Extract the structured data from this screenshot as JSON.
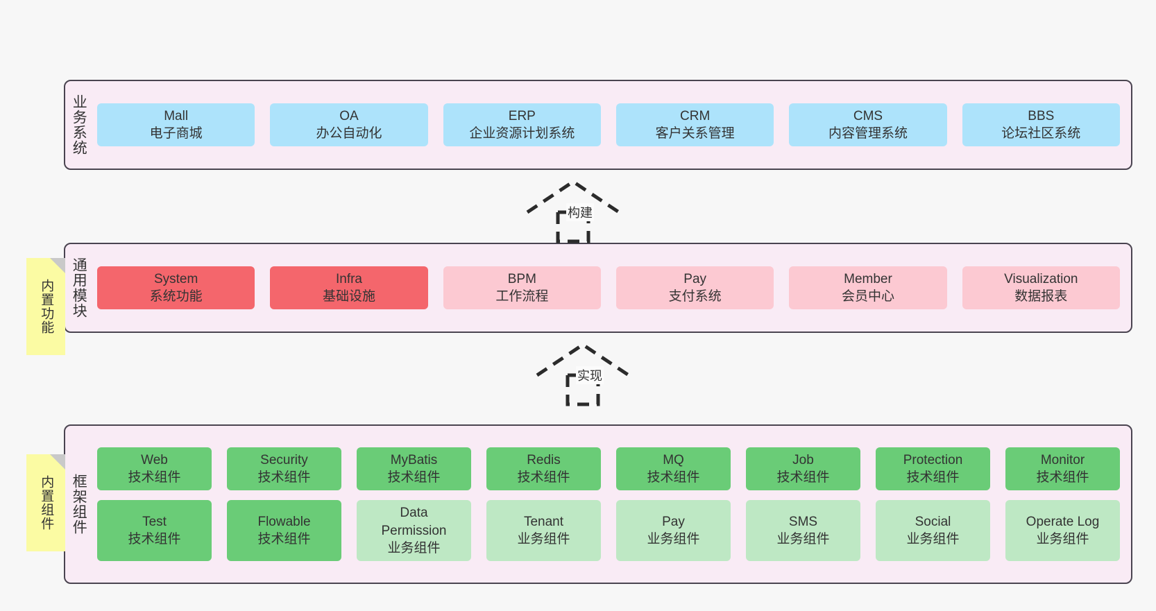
{
  "layers": [
    {
      "id": "business-systems",
      "title": "业务系统",
      "rows": [
        [
          {
            "name": "Mall",
            "desc": "电子商城",
            "color": "blue"
          },
          {
            "name": "OA",
            "desc": "办公自动化",
            "color": "blue"
          },
          {
            "name": "ERP",
            "desc": "企业资源计划系统",
            "color": "blue"
          },
          {
            "name": "CRM",
            "desc": "客户关系管理",
            "color": "blue"
          },
          {
            "name": "CMS",
            "desc": "内容管理系统",
            "color": "blue"
          },
          {
            "name": "BBS",
            "desc": "论坛社区系统",
            "color": "blue"
          }
        ]
      ]
    },
    {
      "id": "common-modules",
      "title": "通用模块",
      "rows": [
        [
          {
            "name": "System",
            "desc": "系统功能",
            "color": "red"
          },
          {
            "name": "Infra",
            "desc": "基础设施",
            "color": "red"
          },
          {
            "name": "BPM",
            "desc": "工作流程",
            "color": "pink"
          },
          {
            "name": "Pay",
            "desc": "支付系统",
            "color": "pink"
          },
          {
            "name": "Member",
            "desc": "会员中心",
            "color": "pink"
          },
          {
            "name": "Visualization",
            "desc": "数据报表",
            "color": "pink"
          }
        ]
      ]
    },
    {
      "id": "framework-components",
      "title": "框架组件",
      "rows": [
        [
          {
            "name": "Web",
            "desc": "技术组件",
            "color": "green"
          },
          {
            "name": "Security",
            "desc": "技术组件",
            "color": "green"
          },
          {
            "name": "MyBatis",
            "desc": "技术组件",
            "color": "green"
          },
          {
            "name": "Redis",
            "desc": "技术组件",
            "color": "green"
          },
          {
            "name": "MQ",
            "desc": "技术组件",
            "color": "green"
          },
          {
            "name": "Job",
            "desc": "技术组件",
            "color": "green"
          },
          {
            "name": "Protection",
            "desc": "技术组件",
            "color": "green"
          },
          {
            "name": "Monitor",
            "desc": "技术组件",
            "color": "green"
          }
        ],
        [
          {
            "name": "Test",
            "desc": "技术组件",
            "color": "green"
          },
          {
            "name": "Flowable",
            "desc": "技术组件",
            "color": "green"
          },
          {
            "name": "Data\nPermission",
            "desc": "业务组件",
            "color": "lightgreen"
          },
          {
            "name": "Tenant",
            "desc": "业务组件",
            "color": "lightgreen"
          },
          {
            "name": "Pay",
            "desc": "业务组件",
            "color": "lightgreen"
          },
          {
            "name": "SMS",
            "desc": "业务组件",
            "color": "lightgreen"
          },
          {
            "name": "Social",
            "desc": "业务组件",
            "color": "lightgreen"
          },
          {
            "name": "Operate Log",
            "desc": "业务组件",
            "color": "lightgreen"
          }
        ]
      ]
    }
  ],
  "notes": [
    {
      "id": "builtin-features",
      "label": "内置功能"
    },
    {
      "id": "builtin-components",
      "label": "内置组件"
    }
  ],
  "arrows": [
    {
      "id": "build",
      "label": "构建"
    },
    {
      "id": "implement",
      "label": "实现"
    }
  ],
  "colors": {
    "band_bg": "#f9ebf5",
    "band_border": "#4a4450",
    "blue": "#ade3fb",
    "red": "#f4666c",
    "pink": "#fcc9d2",
    "green": "#6acc77",
    "lightgreen": "#bee8c4",
    "note": "#fbfba3",
    "page_bg": "#f7f7f7"
  }
}
